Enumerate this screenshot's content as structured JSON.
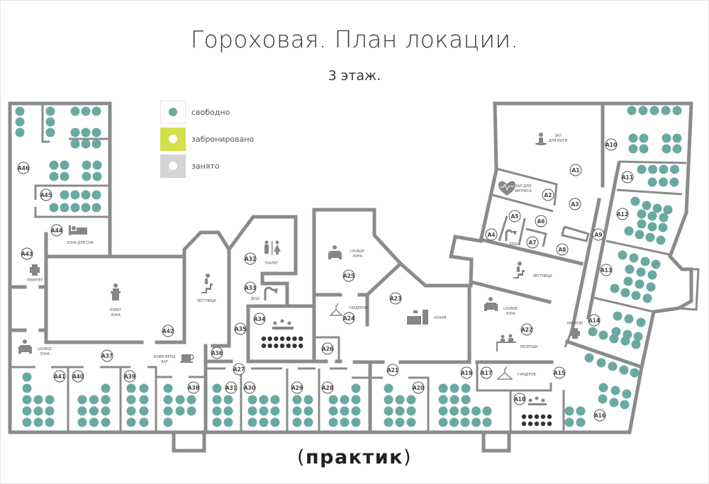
{
  "header": {
    "title": "Гороховая. План локации.",
    "subtitle": "3 этаж."
  },
  "legend": [
    {
      "label": "свободно",
      "status": "free",
      "box_color": "#ffffff",
      "dot_color": "#6aa9a2"
    },
    {
      "label": "забронировано",
      "status": "booked",
      "box_color": "#d4e04a",
      "dot_color": "#ffffff"
    },
    {
      "label": "занято",
      "status": "occupied",
      "box_color": "#d4d4d4",
      "dot_color": "#ffffff"
    }
  ],
  "colors": {
    "seat_free": "#6aa9a2",
    "wall": "#8a8c8c",
    "meeting_seat": "#333333"
  },
  "rooms": [
    "A1",
    "A2",
    "A3",
    "A4",
    "A5",
    "A6",
    "A7",
    "A8",
    "A9",
    "A10",
    "A11",
    "A12",
    "A13",
    "A14",
    "A15",
    "A16",
    "A17",
    "A18",
    "A19",
    "A20",
    "A21",
    "A22",
    "A23",
    "A24",
    "A25",
    "A26",
    "A27",
    "A28",
    "A29",
    "A30",
    "A31",
    "A32",
    "A33",
    "A34",
    "A35",
    "A36",
    "A37",
    "A38",
    "A39",
    "A40",
    "A41",
    "A42",
    "A43",
    "A44",
    "A45",
    "A46"
  ],
  "zones": {
    "sleep": "ЗОНА ДЛЯ СНА",
    "printer_left": "ПРИНТЕР",
    "event": [
      "EVENT",
      "ЗОНА"
    ],
    "lounge_left": [
      "LOUNGE",
      "ЗОНА"
    ],
    "coffee": [
      "КОФЕ-ФРЕШ",
      "БАР"
    ],
    "stairs_left": "ЛЕСТНИЦА",
    "toilet": "ТУАЛЕТ",
    "shower_left": "ДУШ",
    "lounge_mid": [
      "LOUNGE",
      "ЗОНА"
    ],
    "wardrobe_mid": "ГАРДЕРОБ",
    "kitchen": "КУХНЯ",
    "yoga": [
      "ЗАЛ",
      "ДЛЯ ЙОГИ"
    ],
    "fitness": [
      "ЗАЛ ДЛЯ",
      "ФИТНЕСА"
    ],
    "shower_right": "ДУШ",
    "stairs_right": "ЛЕСТНИЦА",
    "lounge_right": [
      "LOUNGE",
      "ЗОНА"
    ],
    "reception": "РЕСЕПШН",
    "printer_right": "ПРИНТЕР",
    "wardrobe_right": "ГАРДЕРОБ"
  },
  "brand": {
    "open": "(",
    "name": "практик",
    "close": ")"
  }
}
